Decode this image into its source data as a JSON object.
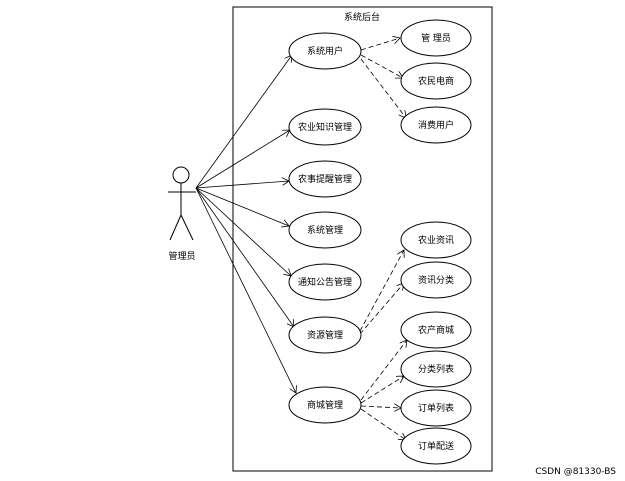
{
  "system": {
    "title": "系统后台"
  },
  "actor": {
    "label": "管理员"
  },
  "use_cases": {
    "xtyh": "系统用户",
    "glyuan": "管 理员",
    "nmds": "农民电商",
    "xfyh": "消费用户",
    "nyzs": "农业知识管理",
    "nstx": "农事提醒管理",
    "xtgl": "系统管理",
    "tzgg": "通知公告管理",
    "zyzx": "农业资讯",
    "zxfl": "资讯分类",
    "zygl": "资源管理",
    "ncsc": "农产商城",
    "fllb": "分类列表",
    "scgl": "商城管理",
    "ddlb": "订单列表",
    "ddps": "订单配送"
  },
  "watermark": "CSDN @81330-BS"
}
